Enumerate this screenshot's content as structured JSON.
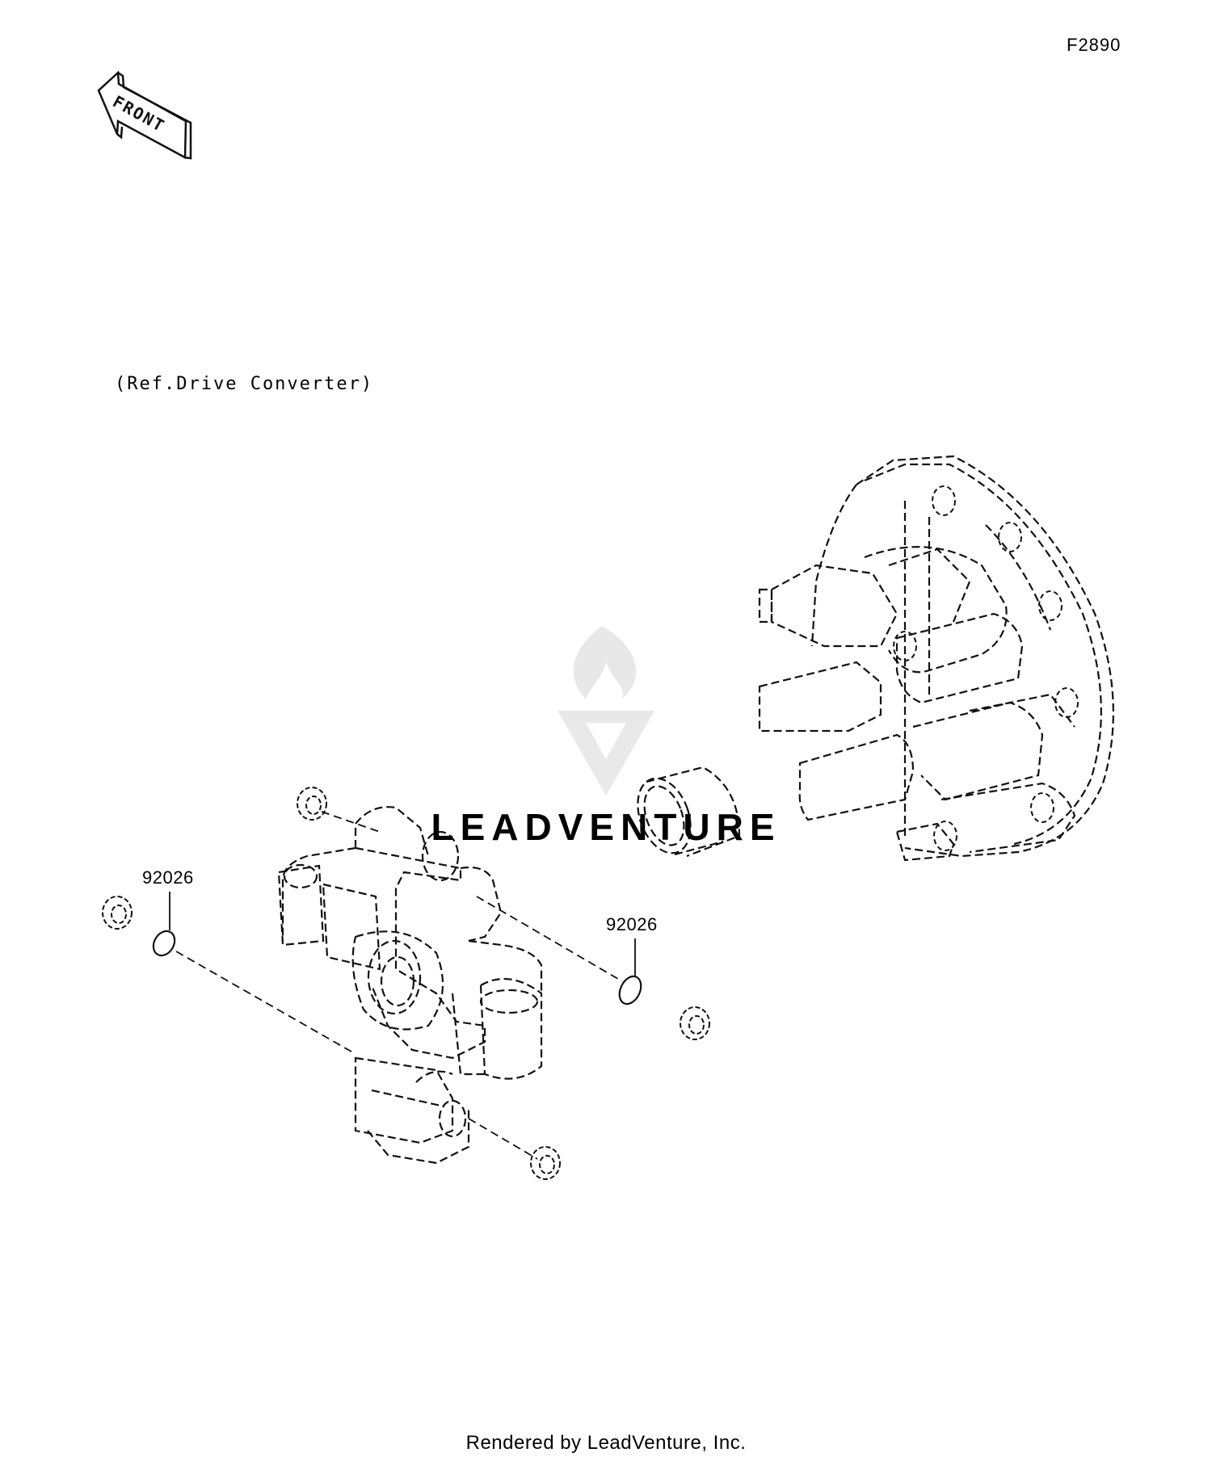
{
  "figure_code": "F2890",
  "front_arrow_label": "FRONT",
  "reference_note": "(Ref.Drive Converter)",
  "callouts": [
    {
      "part_number": "92026"
    },
    {
      "part_number": "92026"
    }
  ],
  "watermark_text": "LEADVENTURE",
  "footer_text": "Rendered by LeadVenture, Inc.",
  "colors": {
    "line": "#111111",
    "watermark": "#bdbdbd",
    "background": "#ffffff"
  }
}
